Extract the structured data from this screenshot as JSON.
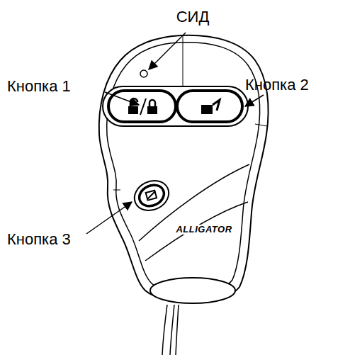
{
  "diagram": {
    "labels": [
      "СИД",
      "Кнопка 1",
      "Кнопка 2",
      "Кнопка 3",
      "ALLIGATOR"
    ]
  }
}
